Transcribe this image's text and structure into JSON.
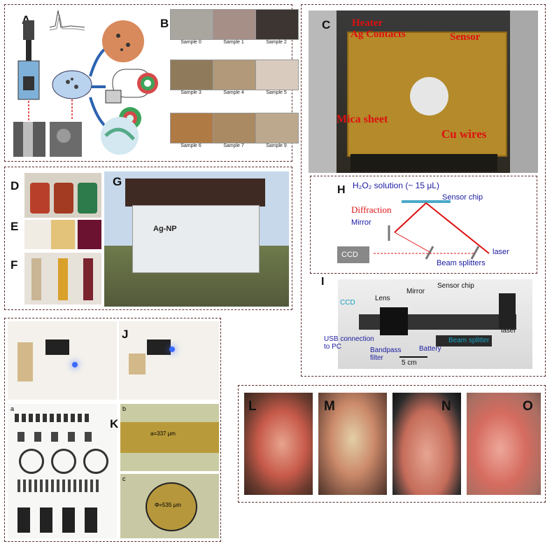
{
  "panel_A": {
    "letter": "A"
  },
  "panel_B": {
    "letter": "B",
    "samples": [
      "Sample 0",
      "Sample 1",
      "Sample 2",
      "Sample 3",
      "Sample 4",
      "Sample 5",
      "Sample 6",
      "Sample 7",
      "Sample 9"
    ]
  },
  "panel_C": {
    "letter": "C",
    "labels": {
      "heater": "Heater",
      "ag": "Ag Contacts",
      "sensor": "Sensor",
      "mica": "Mica sheet",
      "cu": "Cu wires"
    }
  },
  "panel_D": {
    "letter": "D"
  },
  "panel_E": {
    "letter": "E"
  },
  "panel_F": {
    "letter": "F"
  },
  "panel_G": {
    "letter": "G",
    "sign": "Ag-NP"
  },
  "panel_H": {
    "letter": "H",
    "h2o2": "H₂O₂ solution (~ 15 μL)",
    "chip": "Sensor chip",
    "diffraction": "Diffraction",
    "mirror": "Mirror",
    "ccd": "CCD",
    "laser": "laser",
    "splitters": "Beam splitters"
  },
  "panel_I": {
    "letter": "I",
    "ccd": "CCD",
    "lens": "Lens",
    "mirror": "Mirror",
    "chip": "Sensor chip",
    "usb": "USB connection\nto PC",
    "bandpass": "Bandpass\nfilter",
    "battery": "Battery",
    "splitter": "Beam splitter",
    "laser": "laser",
    "scale": "5 cm"
  },
  "panel_J": {
    "letter": "J"
  },
  "panel_K": {
    "letter": "K",
    "sub_a": "a",
    "sub_b": "b",
    "sub_c": "c",
    "meas_b": "a=337 μm",
    "meas_c": "Φ=535 μm"
  },
  "panel_L": {
    "letter": "L"
  },
  "panel_M": {
    "letter": "M"
  },
  "panel_N": {
    "letter": "N"
  },
  "panel_O": {
    "letter": "O"
  },
  "colors": {
    "frame": "#5a2b2b",
    "label_red": "#d11111",
    "label_blue": "#1a1aa0"
  }
}
